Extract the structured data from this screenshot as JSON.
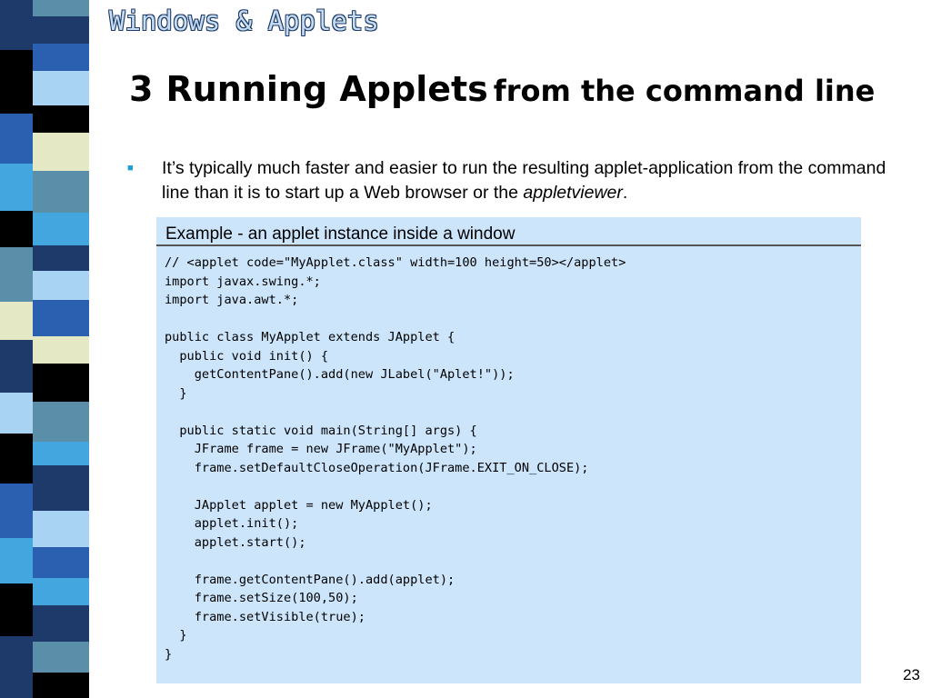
{
  "header": {
    "tag": "Windows & Applets"
  },
  "title": {
    "number": "3",
    "main": "Running Applets",
    "sub": "from the command line"
  },
  "bullet": {
    "text_before": "It’s typically much faster and easier to run the resulting applet-application from the command line than it is to start up a Web browser or the ",
    "emphasis": "appletviewer",
    "text_after": "."
  },
  "example": {
    "title": "Example -  an applet instance inside a window",
    "code": [
      "// <applet code=\"MyApplet.class\" width=100 height=50></applet>",
      "import javax.swing.*;",
      "import java.awt.*;",
      "",
      "public class MyApplet extends JApplet {",
      "  public void init() {",
      "    getContentPane().add(new JLabel(\"Aplet!\"));",
      "  }",
      "",
      "  public static void main(String[] args) {",
      "    JFrame frame = new JFrame(\"MyApplet\");",
      "    frame.setDefaultCloseOperation(JFrame.EXIT_ON_CLOSE);",
      "",
      "    JApplet applet = new MyApplet();",
      "    applet.init();",
      "    applet.start();",
      "",
      "    frame.getContentPane().add(applet);",
      "    frame.setSize(100,50);",
      "    frame.setVisible(true);",
      "  }",
      "}"
    ]
  },
  "page_number": "23",
  "colors": {
    "stripe_palette": [
      "#1d3a6b",
      "#2b5fb0",
      "#44a6de",
      "#5b8ea8",
      "#a9d3f2",
      "#e4e8c4",
      "#000000",
      "#ffffff"
    ],
    "bullet_marker": "#1b9fd6",
    "example_background": "#cce5fb"
  }
}
